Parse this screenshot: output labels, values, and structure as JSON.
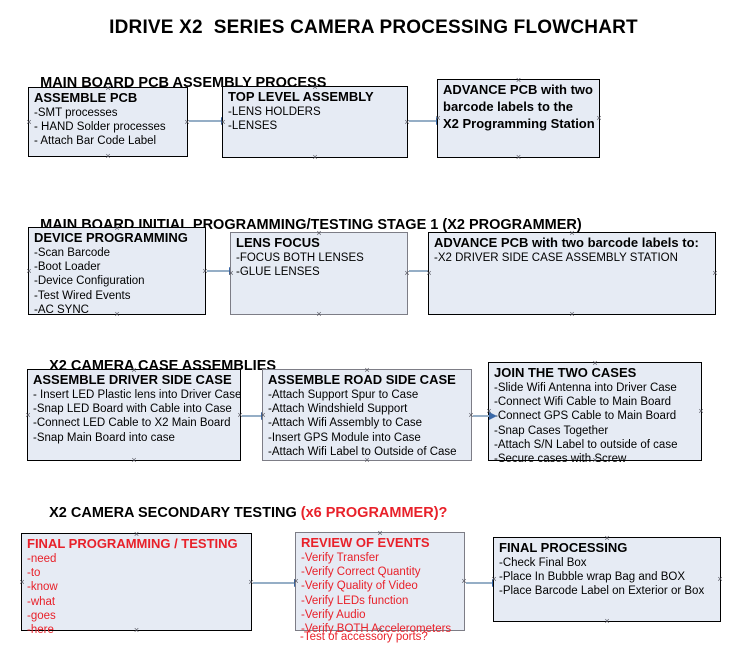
{
  "title": "IDRIVE X2  SERIES CAMERA PROCESSING FLOWCHART",
  "colors": {
    "box_fill": "#e6ebf4",
    "box_border": "#000000",
    "box_border_gray": "#7d7d86",
    "text": "#000000",
    "accent_red": "#e8212a",
    "connector_line": "#95aec6",
    "connector_head": "#3a69a8"
  },
  "sections": [
    {
      "id": "pcb-assembly",
      "header": "MAIN BOARD PCB ASSEMBLY PROCESS",
      "header_accent": "",
      "nodes": [
        {
          "id": "assemble-pcb",
          "title": "ASSEMBLE PCB",
          "lines": [
            "-SMT processes",
            "- HAND Solder processes",
            "- Attach Bar Code Label"
          ],
          "bold_lines": false
        },
        {
          "id": "top-level-assembly",
          "title": "TOP LEVEL ASSEMBLY",
          "lines": [
            "-LENS HOLDERS",
            "-LENSES"
          ],
          "bold_lines": false
        },
        {
          "id": "advance-pcb-to-programming",
          "title": "ADVANCE PCB with two",
          "lines": [
            "barcode labels to the",
            " X2 Programming Station"
          ],
          "bold_lines": true
        }
      ]
    },
    {
      "id": "initial-programming",
      "header": "MAIN BOARD INITIAL PROGRAMMING/TESTING STAGE 1 (X2 PROGRAMMER)",
      "header_accent": "",
      "nodes": [
        {
          "id": "device-programming",
          "title": "DEVICE PROGRAMMING",
          "lines": [
            "-Scan Barcode",
            "-Boot Loader",
            "-Device Configuration",
            "-Test Wired Events",
            "-AC SYNC"
          ],
          "bold_lines": false
        },
        {
          "id": "lens-focus",
          "title": "LENS FOCUS",
          "lines": [
            "-FOCUS BOTH LENSES",
            "-GLUE LENSES"
          ],
          "bold_lines": false
        },
        {
          "id": "advance-pcb-to-case-station",
          "title": "ADVANCE PCB with two barcode labels to:",
          "lines": [
            "-X2 DRIVER  SIDE  CASE  ASSEMBLY STATION"
          ],
          "bold_lines": false
        }
      ]
    },
    {
      "id": "case-assemblies",
      "header": "X2 CAMERA CASE ASSEMBLIES",
      "header_accent": "",
      "nodes": [
        {
          "id": "assemble-driver-side-case",
          "title": "ASSEMBLE DRIVER SIDE CASE",
          "lines": [
            "- Insert LED Plastic lens into Driver Case",
            "-Snap LED Board with Cable into Case",
            "-Connect LED Cable to X2 Main Board",
            "-Snap Main Board into case"
          ],
          "bold_lines": false
        },
        {
          "id": "assemble-road-side-case",
          "title": "ASSEMBLE ROAD SIDE CASE",
          "lines": [
            "-Attach Support Spur to Case",
            "-Attach Windshield Support",
            "-Attach Wifi Assembly to Case",
            "-Insert GPS Module into Case",
            "-Attach Wifi Label to Outside of Case"
          ],
          "bold_lines": false
        },
        {
          "id": "join-the-two-cases",
          "title": "JOIN THE TWO CASES",
          "lines": [
            "-Slide Wifi Antenna into Driver Case",
            "-Connect Wifi Cable to Main Board",
            "-Connect GPS Cable to Main Board",
            "-Snap Cases Together",
            "-Attach S/N Label to outside of case",
            "-Secure cases with Screw"
          ],
          "bold_lines": false
        }
      ]
    },
    {
      "id": "secondary-testing",
      "header": "X2 CAMERA SECONDARY TESTING ",
      "header_accent": "(x6 PROGRAMMER)?",
      "nodes": [
        {
          "id": "final-programming-testing",
          "title": "FINAL PROGRAMMING / TESTING",
          "lines": [
            "-need",
            "-to",
            "-know",
            "-what",
            "-goes",
            "-here"
          ],
          "bold_lines": false
        },
        {
          "id": "review-of-events",
          "title": "REVIEW OF EVENTS",
          "lines": [
            "-Verify Transfer",
            "-Verify Correct Quantity",
            "-Verify Quality of Video",
            "-Verify LEDs function",
            "-Verify Audio",
            "-Verify BOTH Accelerometers"
          ],
          "overflow_line": "-Test of accessory ports?",
          "bold_lines": false
        },
        {
          "id": "final-processing",
          "title": "FINAL PROCESSING",
          "lines": [
            " -Check Final Box",
            "-Place In Bubble wrap Bag and BOX",
            "-Place Barcode Label on Exterior or Box"
          ],
          "bold_lines": false
        }
      ]
    }
  ]
}
